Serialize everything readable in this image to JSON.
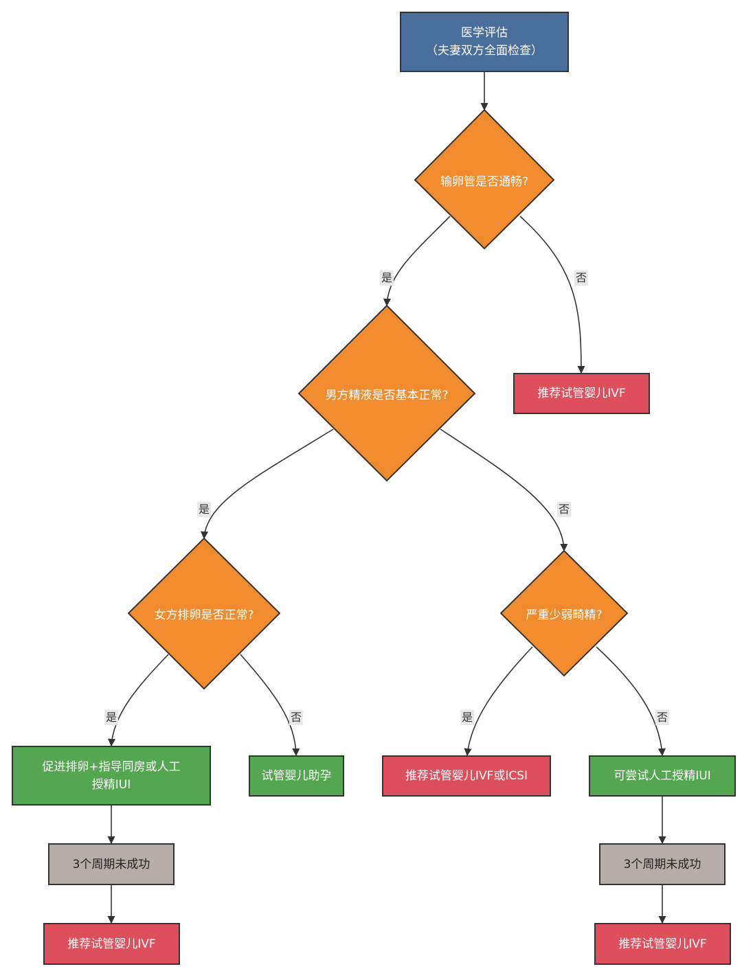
{
  "colors": {
    "decision_fill": "#f08c2e",
    "start_fill": "#4a6e9b",
    "ivf_fill": "#dd4f5d",
    "treatment_fill": "#55a650",
    "followup_fill": "#b5ada8",
    "stroke": "#333333"
  },
  "nodes": {
    "start": "医学评估\n（夫妻双方全面检查）",
    "q_tube": "输卵管是否通畅?",
    "q_sperm": "男方精液是否基本正常?",
    "q_ovulation": "女方排卵是否正常?",
    "q_severe": "严重少弱畸精?",
    "r_ivf_tube": "推荐试管婴儿IVF",
    "r_promote": "促进排卵+指导同房或人工\n授精IUI",
    "r_ivf_assist": "试管婴儿助孕",
    "r_ivf_icsi": "推荐试管婴儿IVF或ICSI",
    "r_try_iui": "可尝试人工授精IUI",
    "f_fail_left": "3个周期未成功",
    "f_fail_right": "3个周期未成功",
    "r_ivf_left": "推荐试管婴儿IVF",
    "r_ivf_right": "推荐试管婴儿IVF"
  },
  "edge_labels": {
    "tube_yes": "是",
    "tube_no": "否",
    "sperm_yes": "是",
    "sperm_no": "否",
    "ovulation_yes": "是",
    "ovulation_no": "否",
    "severe_yes": "是",
    "severe_no": "否"
  }
}
